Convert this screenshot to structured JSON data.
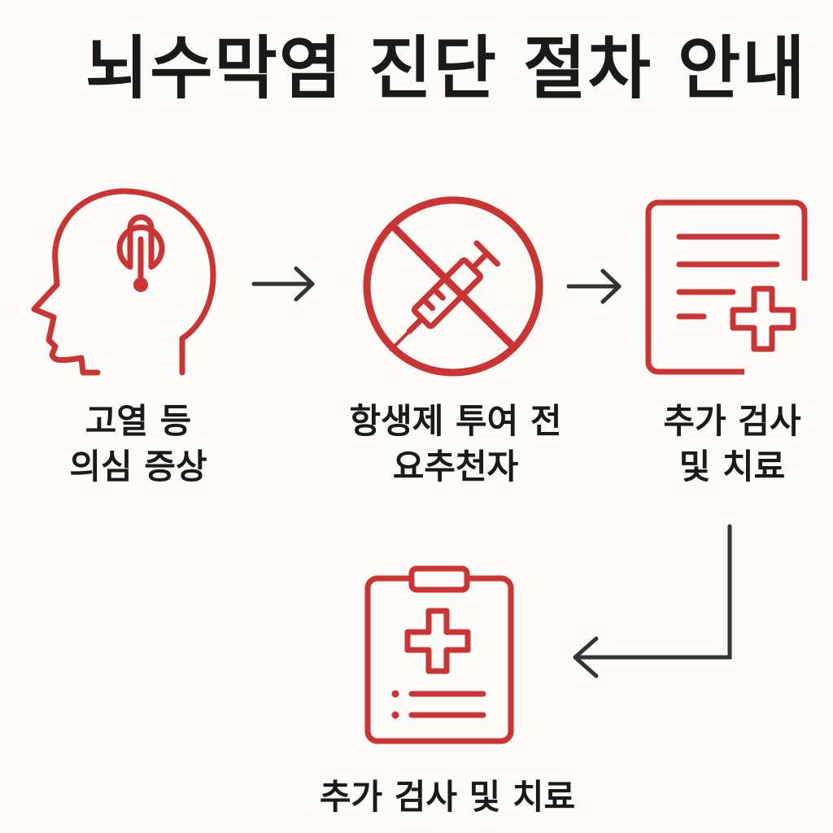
{
  "title": "뇌수막염 진단 절차 안내",
  "colors": {
    "accent": "#cc3333",
    "text": "#1a1a1a",
    "arrow": "#333333",
    "background": "#fcfbf7"
  },
  "steps": [
    {
      "icon": "head-thermometer-icon",
      "label_lines": [
        "고열 등",
        "의심 증상"
      ]
    },
    {
      "icon": "no-syringe-icon",
      "label_lines": [
        "항생제 투여 전",
        "요추천자"
      ]
    },
    {
      "icon": "medical-report-icon",
      "label_lines": [
        "추가 검사",
        "및 치료"
      ]
    },
    {
      "icon": "medical-clipboard-icon",
      "label_lines": [
        "추가 검사 및 치료"
      ]
    }
  ]
}
